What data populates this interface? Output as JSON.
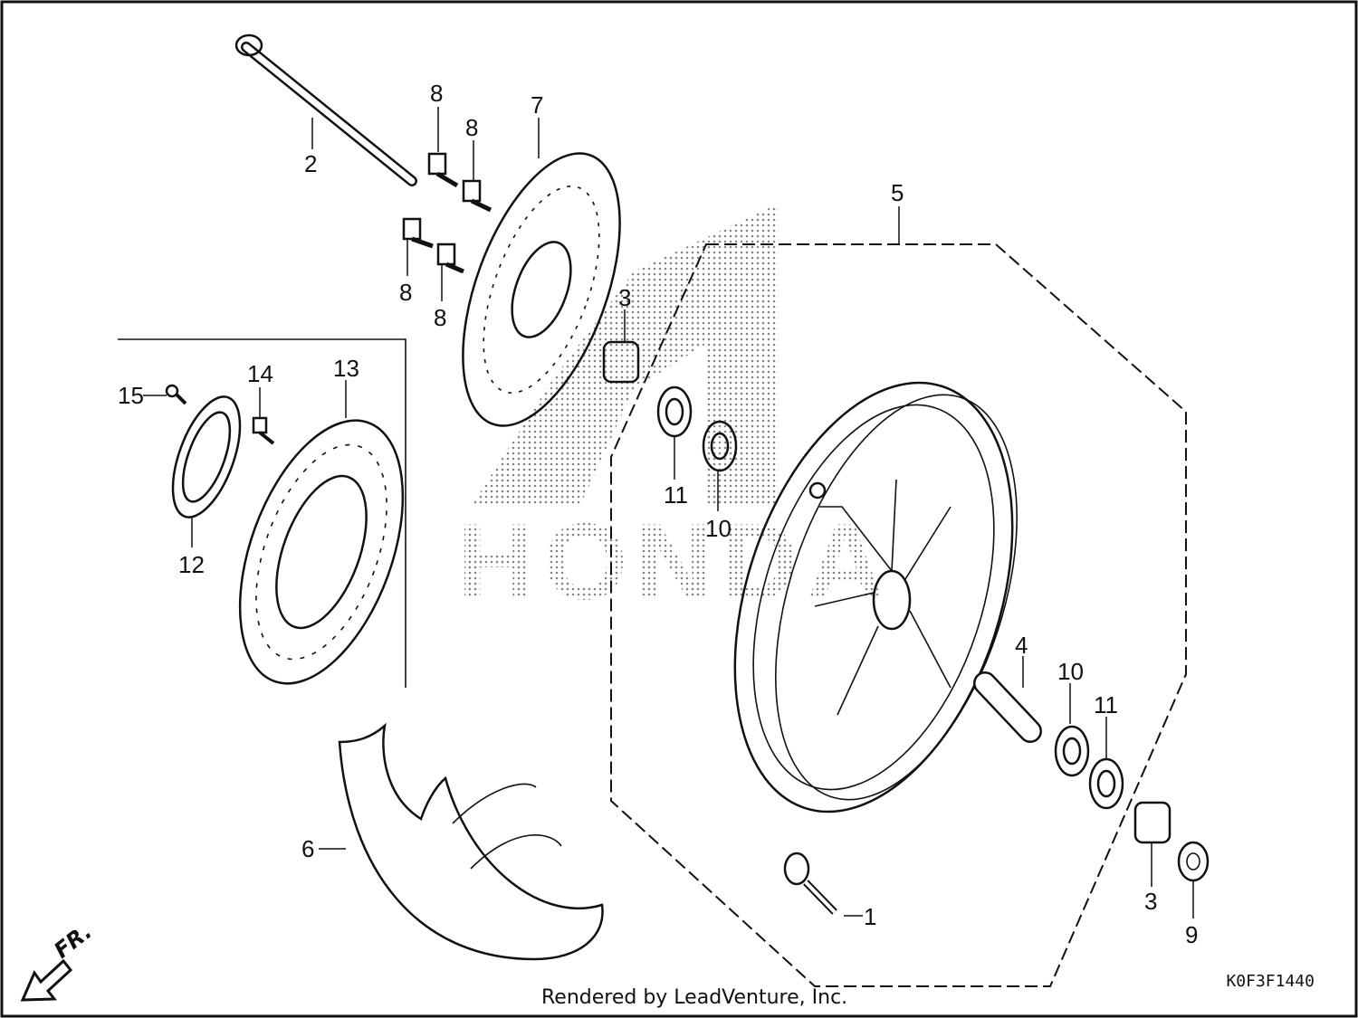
{
  "diagram": {
    "credit": "Rendered by LeadVenture, Inc.",
    "drawing_code": "K0F3F1440",
    "direction_label": "FR.",
    "watermark": "HONDA",
    "callouts": [
      {
        "id": "c1",
        "label": "1"
      },
      {
        "id": "c2",
        "label": "2"
      },
      {
        "id": "c3a",
        "label": "3"
      },
      {
        "id": "c3b",
        "label": "3"
      },
      {
        "id": "c4",
        "label": "4"
      },
      {
        "id": "c5",
        "label": "5"
      },
      {
        "id": "c6",
        "label": "6"
      },
      {
        "id": "c7",
        "label": "7"
      },
      {
        "id": "c8a",
        "label": "8"
      },
      {
        "id": "c8b",
        "label": "8"
      },
      {
        "id": "c8c",
        "label": "8"
      },
      {
        "id": "c8d",
        "label": "8"
      },
      {
        "id": "c9",
        "label": "9"
      },
      {
        "id": "c10a",
        "label": "10"
      },
      {
        "id": "c10b",
        "label": "10"
      },
      {
        "id": "c11a",
        "label": "11"
      },
      {
        "id": "c11b",
        "label": "11"
      },
      {
        "id": "c12",
        "label": "12"
      },
      {
        "id": "c13",
        "label": "13"
      },
      {
        "id": "c14",
        "label": "14"
      },
      {
        "id": "c15",
        "label": "15"
      }
    ]
  }
}
